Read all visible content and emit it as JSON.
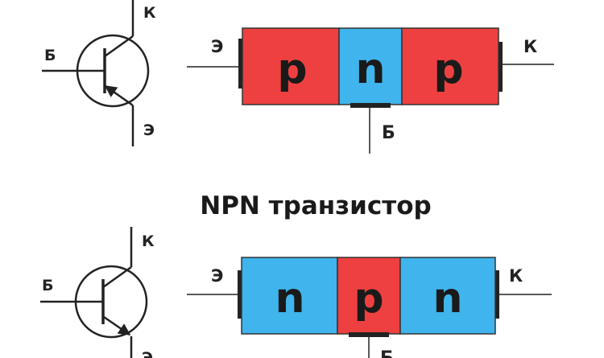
{
  "colors": {
    "p_region": "#ee4040",
    "n_region": "#40b4ec",
    "line": "#222222",
    "contact": "#222222"
  },
  "title": "NPN транзистор",
  "pnp": {
    "symbol": {
      "base": "Б",
      "collector": "К",
      "emitter": "Э"
    },
    "structure": {
      "left_terminal": "Э",
      "right_terminal": "К",
      "base_terminal": "Б",
      "layers": [
        "p",
        "n",
        "p"
      ]
    }
  },
  "npn": {
    "symbol": {
      "base": "Б",
      "collector": "К",
      "emitter": "Э"
    },
    "structure": {
      "left_terminal": "Э",
      "right_terminal": "К",
      "base_terminal": "Б",
      "layers": [
        "n",
        "p",
        "n"
      ]
    }
  }
}
